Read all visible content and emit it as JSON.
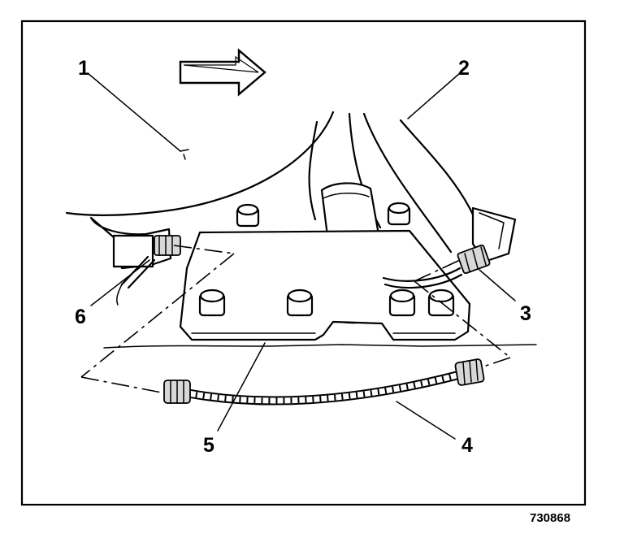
{
  "figure": {
    "id_label": "730868",
    "callouts": [
      "1",
      "2",
      "3",
      "4",
      "5",
      "6"
    ]
  },
  "colors": {
    "ink": "#000000",
    "paper": "#ffffff"
  },
  "icons": {
    "direction_arrow": "arrow-right-icon"
  }
}
